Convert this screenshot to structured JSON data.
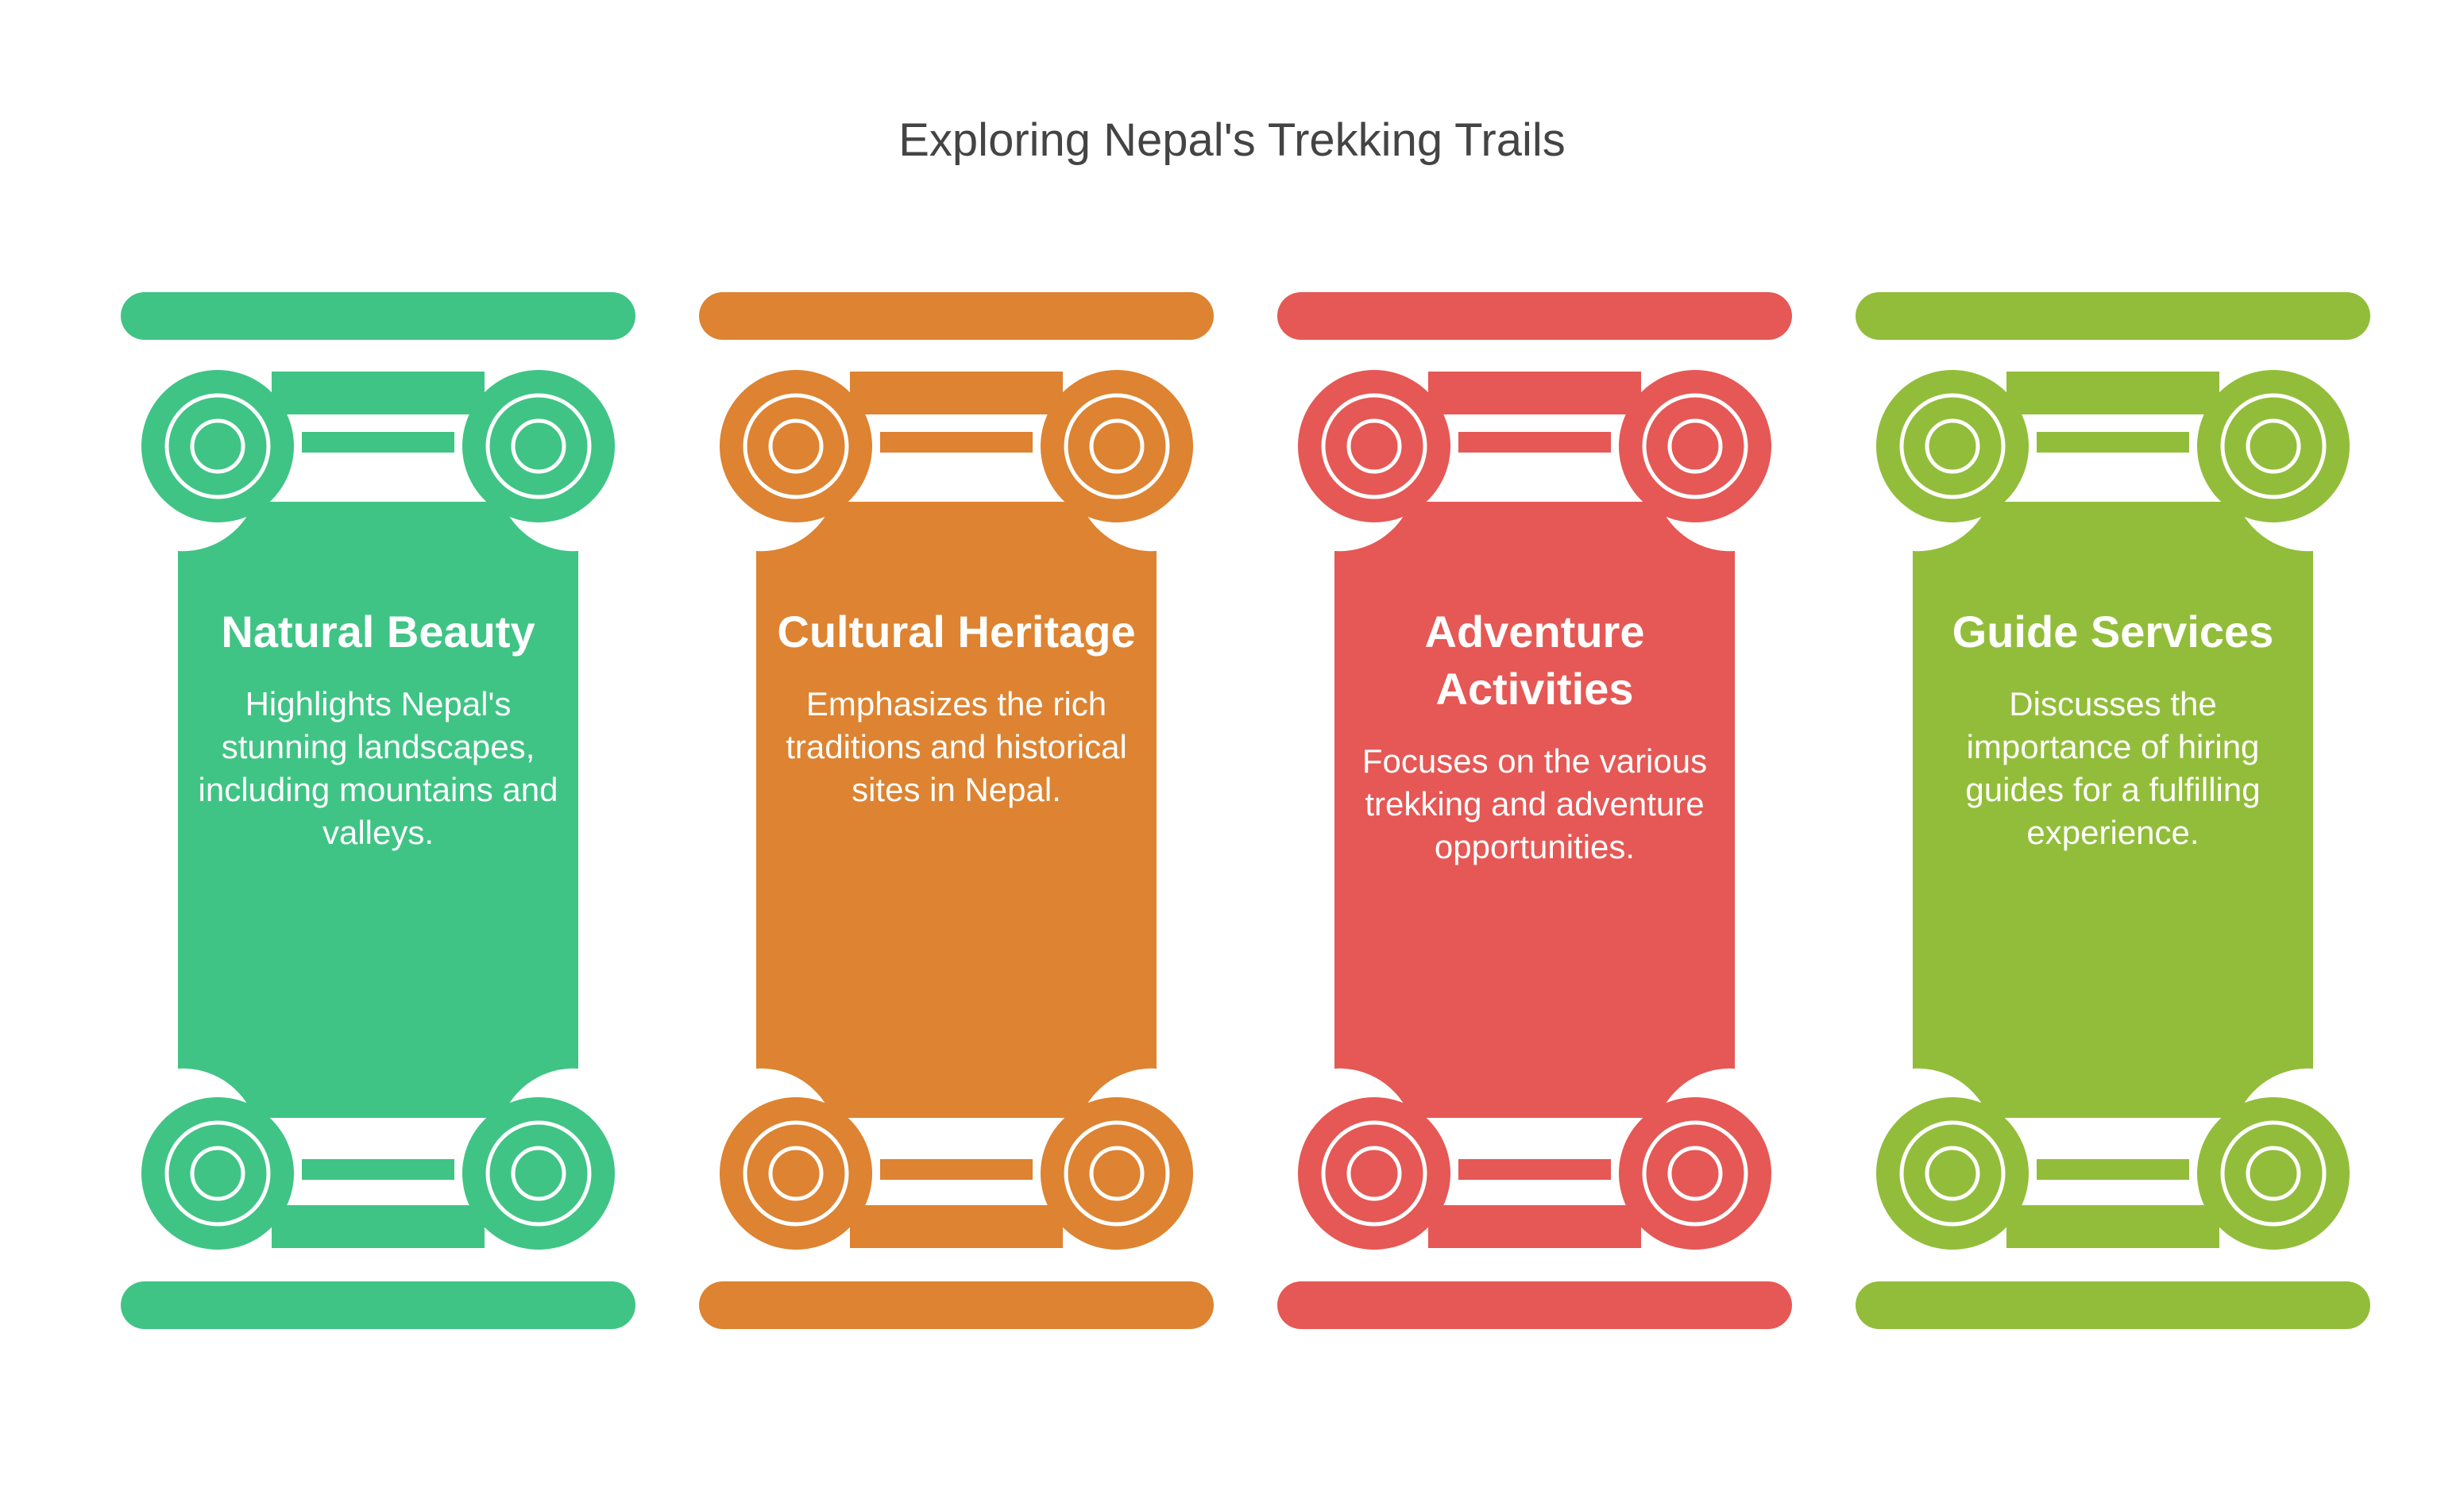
{
  "title": "Exploring Nepal's Trekking Trails",
  "pillars": [
    {
      "heading": "Natural Beauty",
      "description": "Highlights Nepal's stunning landscapes, including mountains and valleys.",
      "color": "#3fc485"
    },
    {
      "heading": "Cultural Heritage",
      "description": "Emphasizes the rich traditions and historical sites in Nepal.",
      "color": "#dd8331"
    },
    {
      "heading": "Adventure Activities",
      "description": "Focuses on the various trekking and adventure opportunities.",
      "color": "#e55855"
    },
    {
      "heading": "Guide Services",
      "description": "Discusses the importance of hiring guides for a fulfilling experience.",
      "color": "#92bd3a"
    }
  ]
}
